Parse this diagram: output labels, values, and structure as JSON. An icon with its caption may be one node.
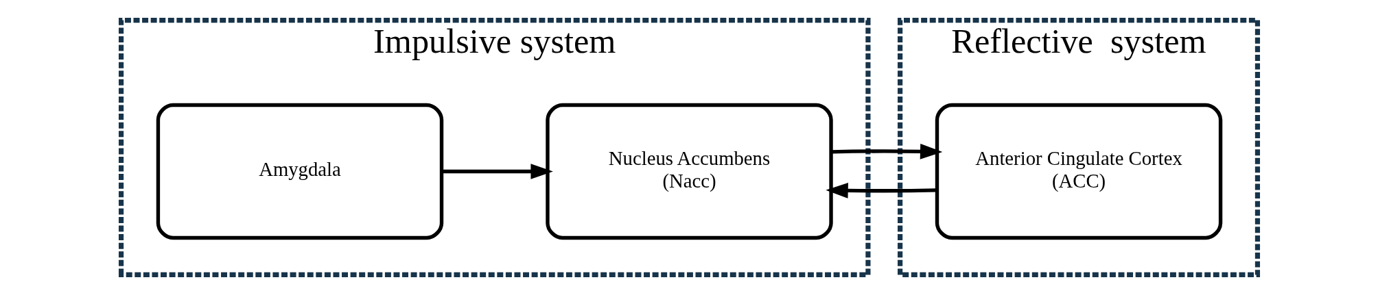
{
  "diagram": {
    "nodes": [
      {
        "text": [
          "Impulsive system"
        ]
      },
      {
        "text": [
          "Amygdala"
        ],
        "in": 0
      },
      {
        "text": [
          "Nucleus Accumbens (Nacc)"
        ],
        "in": 0
      },
      {
        "text": [
          "Reflective  system"
        ]
      },
      {
        "text": [
          "Anterior Cingulate Cortex (ACC)"
        ],
        "in": 3
      }
    ],
    "edges": [
      {
        "from": 1,
        "to": 2,
        "arrow": "to"
      },
      {
        "from": 4,
        "to": 2,
        "arrow": "to"
      },
      {
        "from": 2,
        "to": 4,
        "arrow": "to"
      }
    ]
  }
}
